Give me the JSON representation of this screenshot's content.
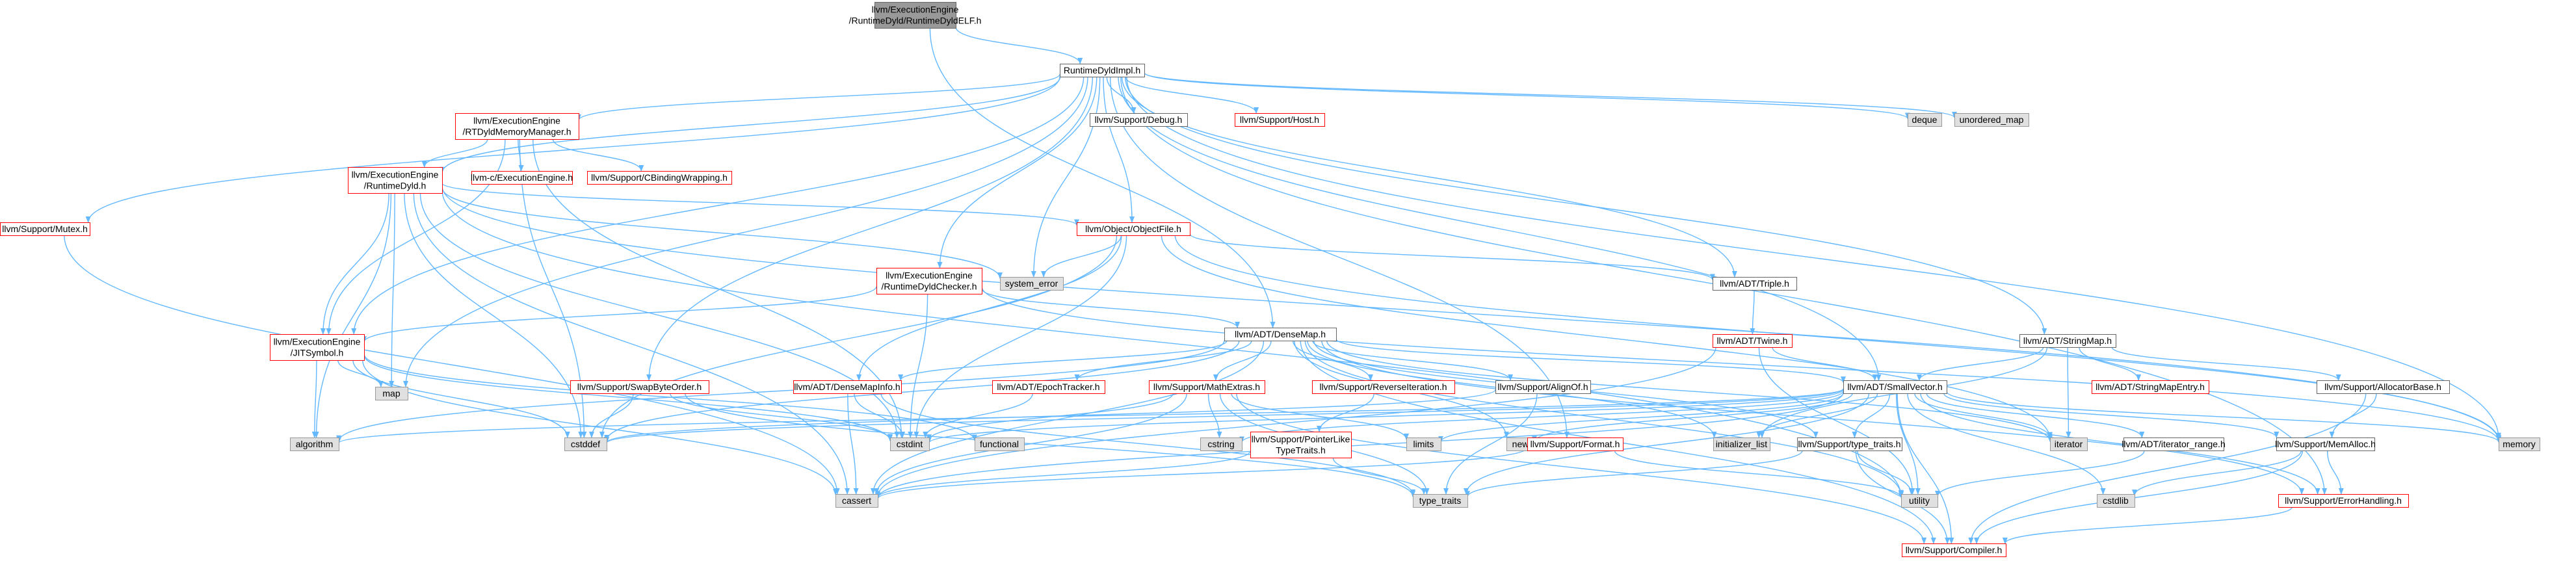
{
  "colors": {
    "edge": "#63b8ff",
    "border_ok": "#666666",
    "border_trunc": "#ff0000",
    "fill_root": "#999999",
    "fill_node": "#ffffff",
    "fill_system": "#e0e0e0"
  },
  "nodes": [
    {
      "id": "n0",
      "kind": "root",
      "label": [
        "llvm/ExecutionEngine",
        "/RuntimeDyld/RuntimeDyldELF.h"
      ]
    },
    {
      "id": "n1",
      "kind": "ok",
      "label": [
        "RuntimeDyldImpl.h"
      ]
    },
    {
      "id": "n2",
      "kind": "trunc",
      "label": [
        "llvm/ExecutionEngine",
        "/RTDyldMemoryManager.h"
      ]
    },
    {
      "id": "n3",
      "kind": "ok",
      "label": [
        "llvm/Support/Debug.h"
      ]
    },
    {
      "id": "n4",
      "kind": "trunc",
      "label": [
        "llvm/Support/Host.h"
      ]
    },
    {
      "id": "n5",
      "kind": "system",
      "label": [
        "deque"
      ]
    },
    {
      "id": "n6",
      "kind": "system",
      "label": [
        "unordered_map"
      ]
    },
    {
      "id": "n7",
      "kind": "trunc",
      "label": [
        "llvm/ExecutionEngine",
        "/RuntimeDyld.h"
      ]
    },
    {
      "id": "n8",
      "kind": "trunc",
      "label": [
        "llvm-c/ExecutionEngine.h"
      ]
    },
    {
      "id": "n9",
      "kind": "trunc",
      "label": [
        "llvm/Support/CBindingWrapping.h"
      ]
    },
    {
      "id": "n10",
      "kind": "trunc",
      "label": [
        "llvm/Support/Mutex.h"
      ]
    },
    {
      "id": "n11",
      "kind": "trunc",
      "label": [
        "llvm/Object/ObjectFile.h"
      ]
    },
    {
      "id": "n12",
      "kind": "trunc",
      "label": [
        "llvm/ExecutionEngine",
        "/RuntimeDyldChecker.h"
      ]
    },
    {
      "id": "n13",
      "kind": "system",
      "label": [
        "system_error"
      ]
    },
    {
      "id": "n14",
      "kind": "ok",
      "label": [
        "llvm/ADT/Triple.h"
      ]
    },
    {
      "id": "n15",
      "kind": "trunc",
      "label": [
        "llvm/ExecutionEngine",
        "/JITSymbol.h"
      ]
    },
    {
      "id": "n16",
      "kind": "system",
      "label": [
        "map"
      ]
    },
    {
      "id": "n17",
      "kind": "ok",
      "label": [
        "llvm/ADT/DenseMap.h"
      ]
    },
    {
      "id": "n18",
      "kind": "trunc",
      "label": [
        "llvm/ADT/Twine.h"
      ]
    },
    {
      "id": "n19",
      "kind": "ok",
      "label": [
        "llvm/ADT/StringMap.h"
      ]
    },
    {
      "id": "n20",
      "kind": "trunc",
      "label": [
        "llvm/Support/SwapByteOrder.h"
      ]
    },
    {
      "id": "n21",
      "kind": "trunc",
      "label": [
        "llvm/ADT/DenseMapInfo.h"
      ]
    },
    {
      "id": "n22",
      "kind": "trunc",
      "label": [
        "llvm/ADT/EpochTracker.h"
      ]
    },
    {
      "id": "n23",
      "kind": "trunc",
      "label": [
        "llvm/Support/MathExtras.h"
      ]
    },
    {
      "id": "n24",
      "kind": "trunc",
      "label": [
        "llvm/Support/ReverseIteration.h"
      ]
    },
    {
      "id": "n25",
      "kind": "ok",
      "label": [
        "llvm/Support/AlignOf.h"
      ]
    },
    {
      "id": "n26",
      "kind": "ok",
      "label": [
        "llvm/ADT/SmallVector.h"
      ]
    },
    {
      "id": "n27",
      "kind": "trunc",
      "label": [
        "llvm/ADT/StringMapEntry.h"
      ]
    },
    {
      "id": "n28",
      "kind": "ok",
      "label": [
        "llvm/Support/AllocatorBase.h"
      ]
    },
    {
      "id": "n29",
      "kind": "system",
      "label": [
        "algorithm"
      ]
    },
    {
      "id": "n30",
      "kind": "system",
      "label": [
        "cstddef"
      ]
    },
    {
      "id": "n31",
      "kind": "system",
      "label": [
        "cstdint"
      ]
    },
    {
      "id": "n32",
      "kind": "system",
      "label": [
        "functional"
      ]
    },
    {
      "id": "n33",
      "kind": "system",
      "label": [
        "cstring"
      ]
    },
    {
      "id": "n34",
      "kind": "system",
      "label": [
        "limits"
      ]
    },
    {
      "id": "n35",
      "kind": "trunc",
      "label": [
        "llvm/Support/PointerLike",
        "TypeTraits.h"
      ]
    },
    {
      "id": "n36",
      "kind": "system",
      "label": [
        "new"
      ]
    },
    {
      "id": "n37",
      "kind": "trunc",
      "label": [
        "llvm/Support/Format.h"
      ]
    },
    {
      "id": "n38",
      "kind": "system",
      "label": [
        "initializer_list"
      ]
    },
    {
      "id": "n39",
      "kind": "ok",
      "label": [
        "llvm/Support/type_traits.h"
      ]
    },
    {
      "id": "n40",
      "kind": "system",
      "label": [
        "iterator"
      ]
    },
    {
      "id": "n41",
      "kind": "ok",
      "label": [
        "llvm/ADT/iterator_range.h"
      ]
    },
    {
      "id": "n42",
      "kind": "ok",
      "label": [
        "llvm/Support/MemAlloc.h"
      ]
    },
    {
      "id": "n43",
      "kind": "system",
      "label": [
        "memory"
      ]
    },
    {
      "id": "n44",
      "kind": "system",
      "label": [
        "cassert"
      ]
    },
    {
      "id": "n45",
      "kind": "system",
      "label": [
        "type_traits"
      ]
    },
    {
      "id": "n46",
      "kind": "system",
      "label": [
        "utility"
      ]
    },
    {
      "id": "n47",
      "kind": "system",
      "label": [
        "cstdlib"
      ]
    },
    {
      "id": "n48",
      "kind": "trunc",
      "label": [
        "llvm/Support/ErrorHandling.h"
      ]
    },
    {
      "id": "n49",
      "kind": "trunc",
      "label": [
        "llvm/Support/Compiler.h"
      ]
    }
  ],
  "edges": [
    [
      "n0",
      "n1"
    ],
    [
      "n0",
      "n17"
    ],
    [
      "n1",
      "n2"
    ],
    [
      "n1",
      "n3"
    ],
    [
      "n1",
      "n4"
    ],
    [
      "n1",
      "n5"
    ],
    [
      "n1",
      "n6"
    ],
    [
      "n1",
      "n7"
    ],
    [
      "n1",
      "n10"
    ],
    [
      "n1",
      "n11"
    ],
    [
      "n1",
      "n12"
    ],
    [
      "n1",
      "n13"
    ],
    [
      "n1",
      "n14"
    ],
    [
      "n1",
      "n15"
    ],
    [
      "n1",
      "n16"
    ],
    [
      "n1",
      "n19"
    ],
    [
      "n1",
      "n20"
    ],
    [
      "n1",
      "n26"
    ],
    [
      "n1",
      "n37"
    ],
    [
      "n1",
      "n48"
    ],
    [
      "n1",
      "n43"
    ],
    [
      "n2",
      "n7"
    ],
    [
      "n2",
      "n8"
    ],
    [
      "n2",
      "n9"
    ],
    [
      "n2",
      "n15"
    ],
    [
      "n2",
      "n30"
    ],
    [
      "n2",
      "n31"
    ],
    [
      "n7",
      "n11"
    ],
    [
      "n7",
      "n15"
    ],
    [
      "n7",
      "n13"
    ],
    [
      "n7",
      "n16"
    ],
    [
      "n7",
      "n43"
    ],
    [
      "n7",
      "n29"
    ],
    [
      "n7",
      "n30"
    ],
    [
      "n7",
      "n31"
    ],
    [
      "n7",
      "n44"
    ],
    [
      "n7",
      "n46"
    ],
    [
      "n10",
      "n44"
    ],
    [
      "n11",
      "n13"
    ],
    [
      "n11",
      "n14"
    ],
    [
      "n11",
      "n21"
    ],
    [
      "n11",
      "n31"
    ],
    [
      "n11",
      "n30"
    ],
    [
      "n11",
      "n43"
    ],
    [
      "n11",
      "n40"
    ],
    [
      "n12",
      "n15"
    ],
    [
      "n12",
      "n17"
    ],
    [
      "n12",
      "n31"
    ],
    [
      "n12",
      "n43"
    ],
    [
      "n14",
      "n18"
    ],
    [
      "n15",
      "n16"
    ],
    [
      "n15",
      "n29"
    ],
    [
      "n15",
      "n30"
    ],
    [
      "n15",
      "n31"
    ],
    [
      "n15",
      "n32"
    ],
    [
      "n15",
      "n44"
    ],
    [
      "n17",
      "n21"
    ],
    [
      "n17",
      "n22"
    ],
    [
      "n17",
      "n23"
    ],
    [
      "n17",
      "n24"
    ],
    [
      "n17",
      "n25"
    ],
    [
      "n17",
      "n39"
    ],
    [
      "n17",
      "n29"
    ],
    [
      "n17",
      "n44"
    ],
    [
      "n17",
      "n30"
    ],
    [
      "n17",
      "n38"
    ],
    [
      "n17",
      "n40"
    ],
    [
      "n17",
      "n36"
    ],
    [
      "n17",
      "n46"
    ],
    [
      "n17",
      "n49"
    ],
    [
      "n17",
      "n48"
    ],
    [
      "n17",
      "n26"
    ],
    [
      "n18",
      "n26"
    ],
    [
      "n18",
      "n44"
    ],
    [
      "n18",
      "n46"
    ],
    [
      "n19",
      "n26"
    ],
    [
      "n19",
      "n27"
    ],
    [
      "n19",
      "n28"
    ],
    [
      "n19",
      "n38"
    ],
    [
      "n19",
      "n40"
    ],
    [
      "n20",
      "n30"
    ],
    [
      "n20",
      "n31"
    ],
    [
      "n20",
      "n45"
    ],
    [
      "n21",
      "n31"
    ],
    [
      "n21",
      "n44"
    ],
    [
      "n21",
      "n45"
    ],
    [
      "n22",
      "n31"
    ],
    [
      "n23",
      "n33"
    ],
    [
      "n23",
      "n34"
    ],
    [
      "n23",
      "n31"
    ],
    [
      "n23",
      "n44"
    ],
    [
      "n23",
      "n45"
    ],
    [
      "n23",
      "n49"
    ],
    [
      "n24",
      "n35"
    ],
    [
      "n25",
      "n30"
    ],
    [
      "n25",
      "n45"
    ],
    [
      "n26",
      "n29"
    ],
    [
      "n26",
      "n30"
    ],
    [
      "n26",
      "n31"
    ],
    [
      "n26",
      "n33"
    ],
    [
      "n26",
      "n34"
    ],
    [
      "n26",
      "n36"
    ],
    [
      "n26",
      "n38"
    ],
    [
      "n26",
      "n39"
    ],
    [
      "n26",
      "n40"
    ],
    [
      "n26",
      "n41"
    ],
    [
      "n26",
      "n42"
    ],
    [
      "n26",
      "n43"
    ],
    [
      "n26",
      "n44"
    ],
    [
      "n26",
      "n45"
    ],
    [
      "n26",
      "n46"
    ],
    [
      "n26",
      "n47"
    ],
    [
      "n26",
      "n48"
    ],
    [
      "n26",
      "n49"
    ],
    [
      "n28",
      "n42"
    ],
    [
      "n28",
      "n49"
    ],
    [
      "n35",
      "n44"
    ],
    [
      "n35",
      "n45"
    ],
    [
      "n37",
      "n44"
    ],
    [
      "n37",
      "n46"
    ],
    [
      "n39",
      "n45"
    ],
    [
      "n39",
      "n46"
    ],
    [
      "n39",
      "n49"
    ],
    [
      "n41",
      "n46"
    ],
    [
      "n42",
      "n47"
    ],
    [
      "n42",
      "n48"
    ],
    [
      "n42",
      "n49"
    ],
    [
      "n48",
      "n49"
    ]
  ]
}
